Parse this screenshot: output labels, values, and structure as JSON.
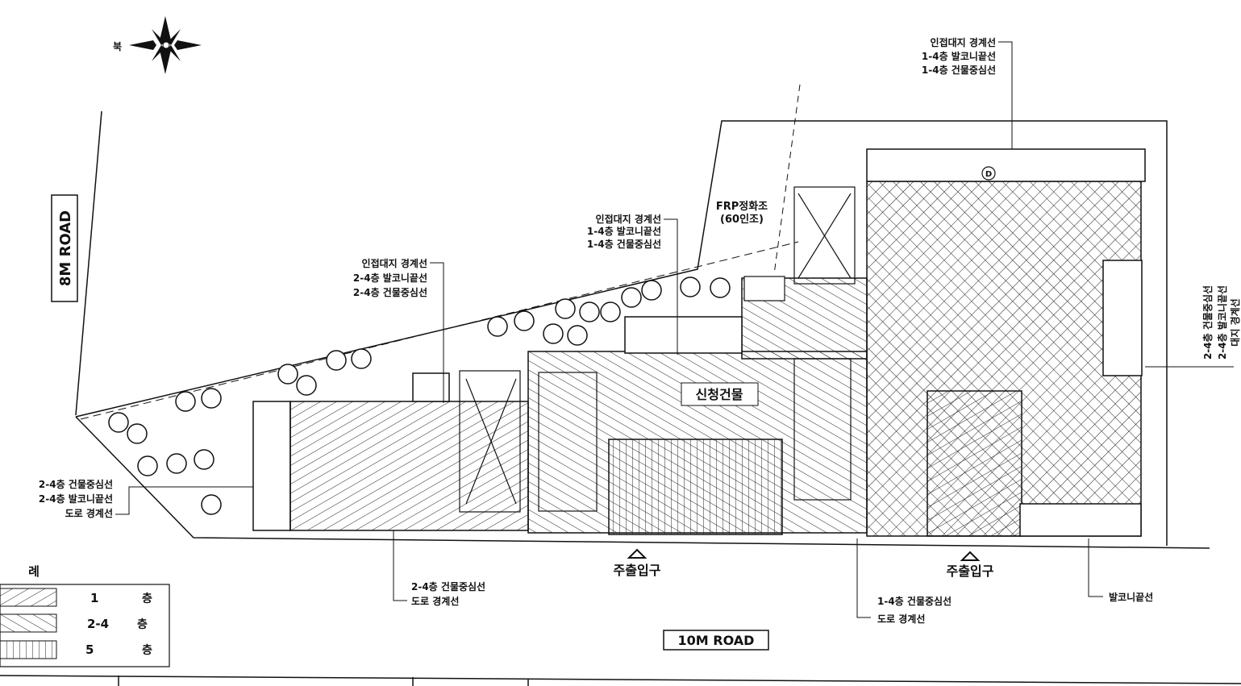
{
  "roads": {
    "west": "8M ROAD",
    "south": "10M ROAD"
  },
  "building_label": "신청건물",
  "north_mark": "북",
  "septic": {
    "line1": "FRP정화조",
    "line2": "(60인조)"
  },
  "annotations": {
    "top_right": [
      "인접대지 경계선",
      "1-4층 발코니끝선",
      "1-4층 건물중심선"
    ],
    "mid_top": [
      "인접대지 경계선",
      "1-4층 발코니끝선",
      "1-4층 건물중심선"
    ],
    "mid_left": [
      "인접대지 경계선",
      "2-4층 발코니끝선",
      "2-4층 건물중심선"
    ],
    "left": [
      "2-4층 건물중심선",
      "2-4층 발코니끝선",
      "도로 경계선"
    ],
    "bottom_a": [
      "2-4층 건물중심선",
      "도로 경계선"
    ],
    "bottom_b": [
      "1-4층 건물중심선",
      "도로 경계선"
    ],
    "bottom_c": [
      "발코니끝선"
    ],
    "right_vertical": [
      "2-4층 건물중심선",
      "2-4층 발코니끝선",
      "대지 경계선"
    ]
  },
  "entrances": [
    "주출입구",
    "주출입구"
  ],
  "circle_mark": "D",
  "legend": {
    "title": "례",
    "items": [
      {
        "label": "1",
        "unit": "층"
      },
      {
        "label": "2-4",
        "unit": "층"
      },
      {
        "label": "5",
        "unit": "층"
      }
    ]
  }
}
